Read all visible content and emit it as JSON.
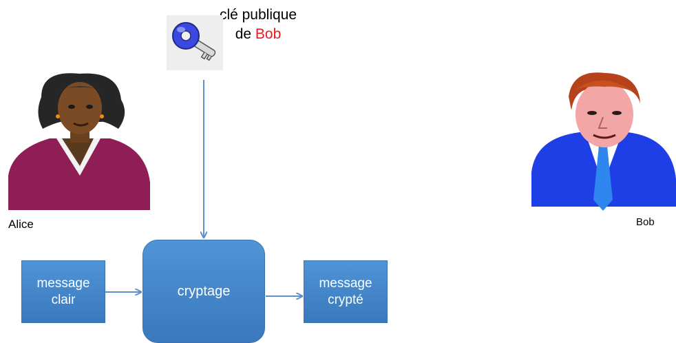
{
  "key": {
    "label_line1": "clé publique",
    "label_line2_prefix": "de ",
    "label_line2_name": "Bob",
    "icon": "key-icon"
  },
  "alice": {
    "label": "Alice",
    "icon": "alice-portrait"
  },
  "bob": {
    "label": "Bob",
    "icon": "bob-portrait"
  },
  "boxes": {
    "clair": {
      "line1": "message",
      "line2": "clair"
    },
    "cryptage": {
      "label": "cryptage"
    },
    "crypte": {
      "line1": "message",
      "line2": "crypté"
    }
  },
  "colors": {
    "box_fill": "#4a8fd4",
    "arrow": "#5b8fcf",
    "highlight": "#e8191f"
  }
}
